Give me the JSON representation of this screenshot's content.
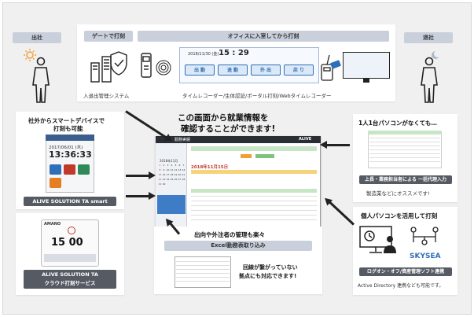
{
  "left_top": {
    "title": "出社"
  },
  "right_top": {
    "title": "退社"
  },
  "top_center": {
    "gate_label": "ゲートで打刻",
    "office_label": "オフィスに入室してから打刻",
    "access_system_caption": "入退出管理システム",
    "timecard_caption": "タイムレコーダー/生体認証/ポータル打刻/Webタイムレコーダー",
    "clock_date": "2018/11/30 (金)",
    "clock_time": "15 : 29",
    "clock_buttons": [
      "出 勤",
      "退 勤",
      "外 出",
      "戻 り"
    ]
  },
  "headline": {
    "line1": "この画面から就業情報を",
    "line2": "確認することができます!"
  },
  "smartphone": {
    "title_line1": "社外からスマートデバイスで",
    "title_line2": "打刻も可能",
    "date": "2017/06/01 (木)",
    "time": "13:36:33",
    "label": "ALIVE SOLUTION TA smart"
  },
  "cloud": {
    "brand": "AMANO",
    "time": "15 00",
    "label_line1": "ALIVE SOLUTION TA",
    "label_line2": "クラウド打刻サービス"
  },
  "app_screenshot": {
    "menu_title": "勤務実績",
    "logo": "ALIVE",
    "month": "2018年11月15日",
    "calendar_month": "2018年11月",
    "calendar_days": [
      "1",
      "2",
      "3",
      "4",
      "5",
      "6",
      "7",
      "8",
      "9",
      "10",
      "11",
      "12",
      "13",
      "14",
      "15",
      "16",
      "17",
      "18",
      "19",
      "20",
      "21",
      "22",
      "23",
      "24",
      "25",
      "26",
      "27",
      "28",
      "29",
      "30"
    ]
  },
  "bottom_center": {
    "title": "出向や外注者の管理も楽々",
    "excel_label": "Excel勤務表取り込み",
    "note_line1": "回線が繋がっていない",
    "note_line2": "拠点にも対応できます!"
  },
  "right_mid": {
    "title": "1人1台パソコンがなくても…",
    "bar": "上長・業務担当者による 一括代理入力",
    "caption": "製造業などにオススメです!"
  },
  "right_bottom": {
    "title": "個人パソコンを活用して打刻",
    "brand": "SKYSEA",
    "bar": "ログオン・オフ/資産管理ソフト連携",
    "caption": "Active Directory 連携なども可能です。"
  },
  "colors": {
    "accent_blue": "#2f6fb8",
    "pill_gray": "#c9d0dc",
    "dark_bar": "#555a63",
    "bg": "#f0f0f0"
  }
}
